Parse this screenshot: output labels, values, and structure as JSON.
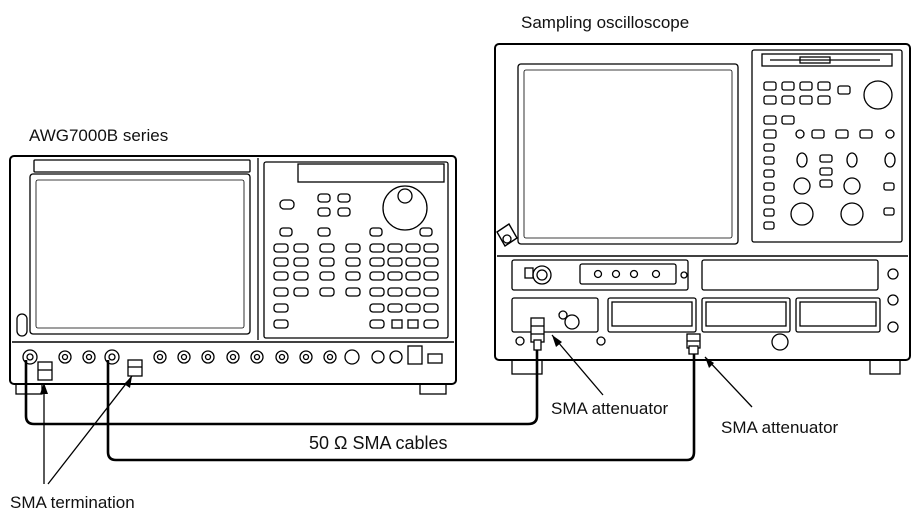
{
  "labels": {
    "oscilloscope": "Sampling oscilloscope",
    "awg": "AWG7000B series",
    "attenuator_1": "SMA attenuator",
    "attenuator_2": "SMA attenuator",
    "cables": "50 Ω SMA cables",
    "termination": "SMA termination"
  },
  "icons": {
    "awg": "awg-instrument",
    "scope": "oscilloscope-instrument"
  },
  "colors": {
    "line": "#000000",
    "fill": "#ffffff"
  }
}
